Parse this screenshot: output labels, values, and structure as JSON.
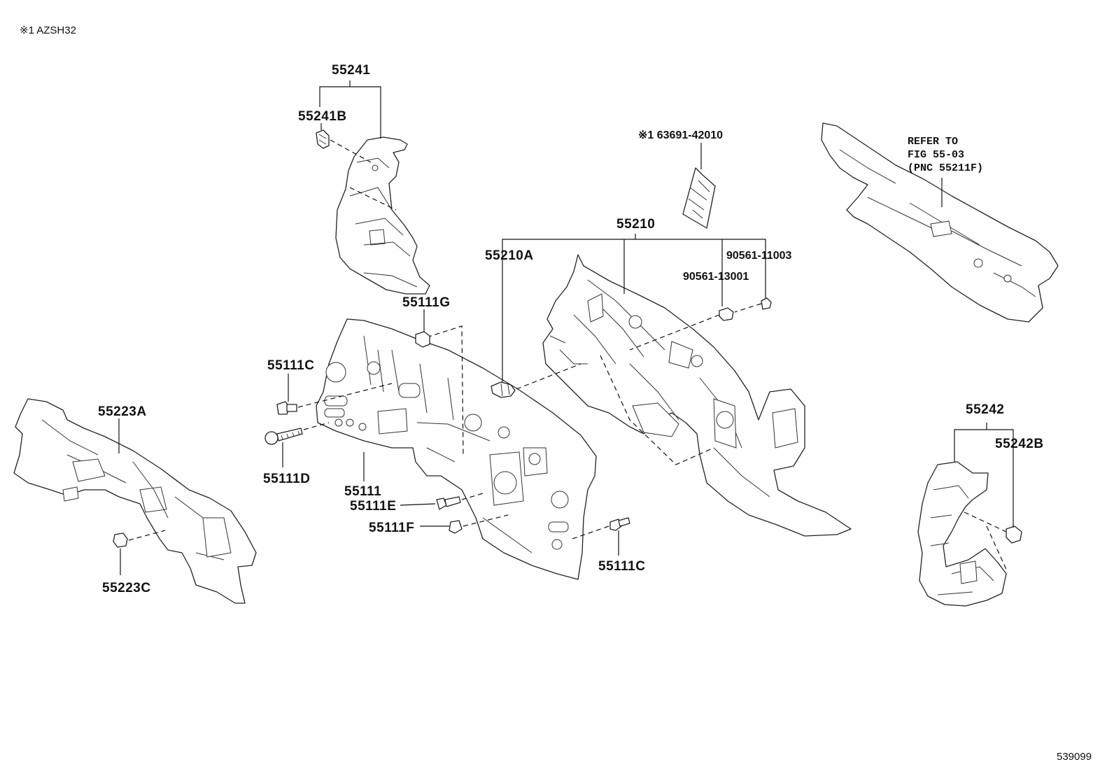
{
  "header_note": "※1 AZSH32",
  "footer_code": "539099",
  "refer_note": {
    "line1": "REFER TO",
    "line2": "FIG 55-03",
    "line3": "(PNC 55211F)"
  },
  "labels": {
    "p55241": "55241",
    "p55241B": "55241B",
    "p55111G": "55111G",
    "p55111C_a": "55111C",
    "p55111D": "55111D",
    "p55111": "55111",
    "p55111E": "55111E",
    "p55111F": "55111F",
    "p55111C_b": "55111C",
    "p55223A": "55223A",
    "p55223C": "55223C",
    "p63691": "※1 63691-42010",
    "p55210": "55210",
    "p55210A": "55210A",
    "p90561_11003": "90561-11003",
    "p90561_13001": "90561-13001",
    "p55242": "55242",
    "p55242B": "55242B"
  }
}
